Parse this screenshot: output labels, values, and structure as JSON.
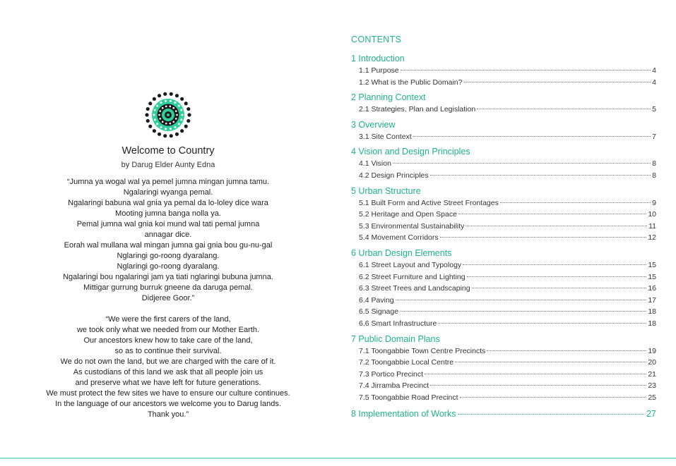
{
  "welcome": {
    "title": "Welcome to Country",
    "byline": "by Darug Elder Aunty Edna",
    "darug_lines": [
      "“Jumna ya wogal wal ya pemel jumna mingan jumna tamu.",
      "Ngalaringi wyanga pemal.",
      "Ngalaringi babuna wal gnia ya pemal da lo-loley dice wara",
      "Mooting jumna banga nolla ya.",
      "Pemal jumna wal gnia koi mund wal tati pemal jumna",
      "annagar dice.",
      "Eorah wal mullana wal mingan jumna gai gnia bou gu-nu-gal",
      "Nglaringi go-roong dyaralang.",
      "Nglaringi go-roong dyaralang.",
      "Ngalaringi bou ngalaringi jam ya tiati nglaringi bubuna jumna.",
      "Mittigar gurrung burruk gneene da daruga pemal.",
      "Didjeree Goor.”"
    ],
    "english_lines": [
      "“We were the first carers of the land,",
      "we took only what we needed from our Mother Earth.",
      "Our ancestors knew how to take care of the land,",
      "so as to continue their survival.",
      "We do not own the land, but we are charged with the care of it.",
      "As custodians of this land we ask that all people join us",
      "and preserve what we have left for future generations.",
      "We must protect the few sites we have to ensure our culture continues.",
      "In the language of our ancestors we welcome you to Darug lands.",
      "Thank you.”"
    ]
  },
  "contents": {
    "heading": "CONTENTS",
    "sections": [
      {
        "title": "1 Introduction",
        "items": [
          {
            "label": "1.1 Purpose",
            "page": "4"
          },
          {
            "label": "1.2 What is the Public Domain?",
            "page": "4"
          }
        ]
      },
      {
        "title": "2 Planning Context",
        "items": [
          {
            "label": "2.1 Strategies, Plan and Legislation",
            "page": "5"
          }
        ]
      },
      {
        "title": "3 Overview",
        "items": [
          {
            "label": "3.1 Site Context",
            "page": "7"
          }
        ]
      },
      {
        "title": "4 Vision and Design Principles",
        "items": [
          {
            "label": "4.1 Vision",
            "page": "8"
          },
          {
            "label": "4.2 Design Principles",
            "page": "8"
          }
        ]
      },
      {
        "title": "5 Urban Structure",
        "items": [
          {
            "label": "5.1 Built Form and Active Street Frontages",
            "page": "9"
          },
          {
            "label": "5.2 Heritage and Open Space",
            "page": "10"
          },
          {
            "label": "5.3 Environmental Sustainability",
            "page": "11"
          },
          {
            "label": "5.4 Movement Corridors",
            "page": "12"
          }
        ]
      },
      {
        "title": "6 Urban Design Elements",
        "items": [
          {
            "label": "6.1 Street Layout and Typology",
            "page": "15"
          },
          {
            "label": "6.2 Street Furniture and Lighting",
            "page": "15"
          },
          {
            "label": "6.3 Street Trees and Landscaping",
            "page": "16"
          },
          {
            "label": "6.4 Paving",
            "page": "17"
          },
          {
            "label": "6.5 Signage",
            "page": "18"
          },
          {
            "label": "6.6 Smart Infrastructure",
            "page": "18"
          }
        ]
      },
      {
        "title": "7 Public Domain Plans",
        "items": [
          {
            "label": "7.1 Toongabbie Town Centre Precincts",
            "page": "19"
          },
          {
            "label": "7.2 Toongabbie Local Centre",
            "page": "20"
          },
          {
            "label": "7.3 Portico Precinct",
            "page": "21"
          },
          {
            "label": "7.4 Jirramba Precinct",
            "page": "23"
          },
          {
            "label": "7.5 Toongabbie Road Precinct",
            "page": "25"
          }
        ]
      }
    ],
    "final": {
      "label": "8 Implementation of Works",
      "page": "27"
    }
  },
  "colors": {
    "accent": "#1fb388",
    "text": "#333333",
    "logo_ring": "#2ecf9a",
    "logo_dark": "#1a1a1a",
    "rule": "#8fe0c8"
  },
  "icons": {
    "logo": "aboriginal-dot-circle-logo"
  }
}
